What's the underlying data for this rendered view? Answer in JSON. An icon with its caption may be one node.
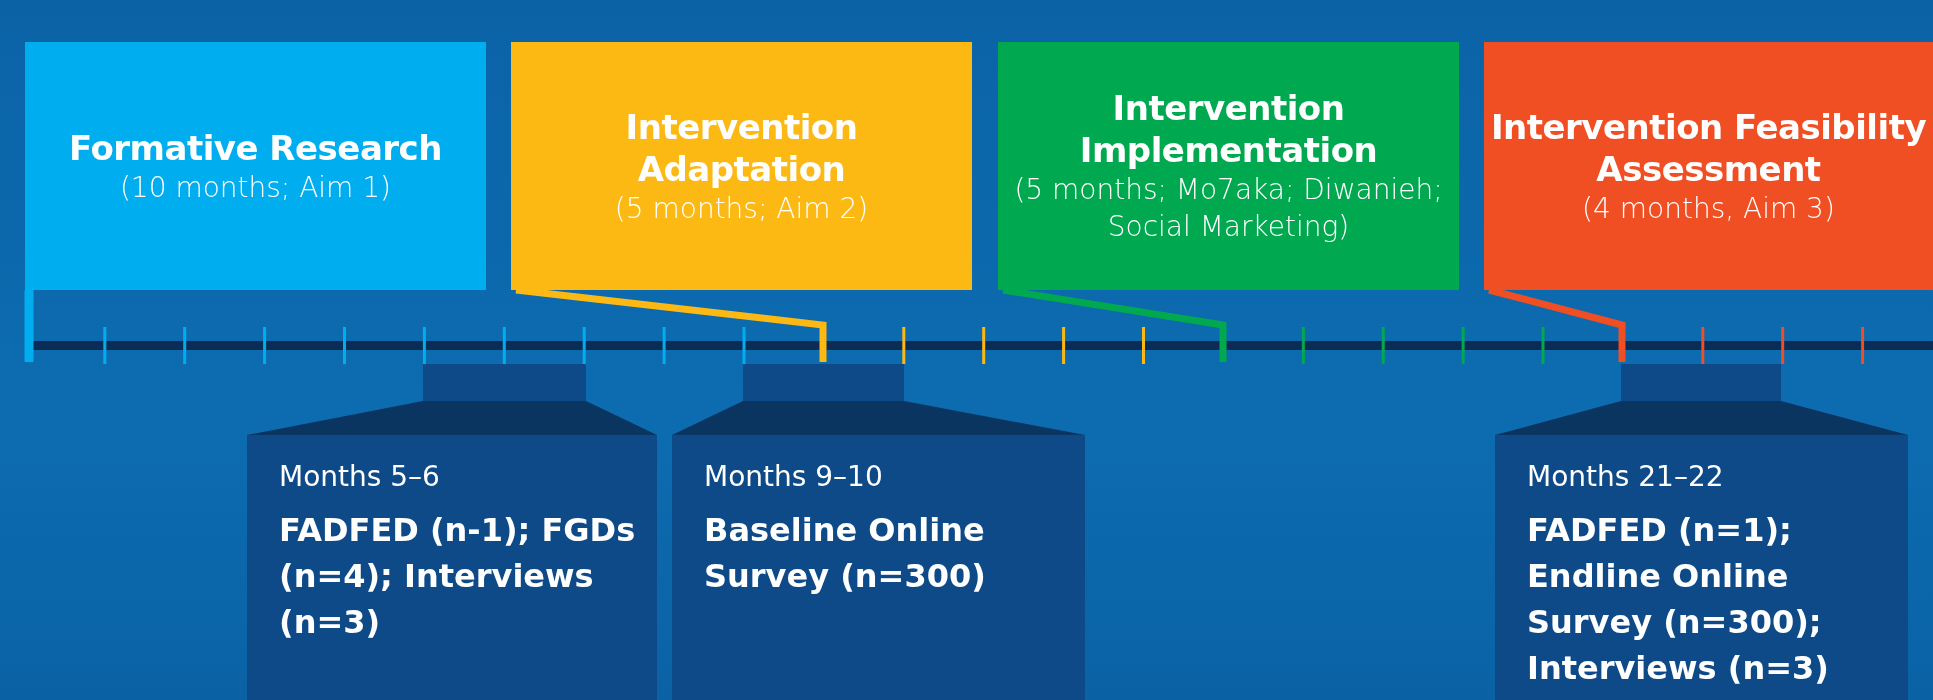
{
  "diagram": {
    "nodes": [
      {
        "text": [
          "Formative Research",
          "(10 months; Aim 1)"
        ]
      },
      {
        "text": [
          "Intervention Adaptation",
          "(5 months; Aim 2)"
        ]
      },
      {
        "text": [
          "Intervention Implementation",
          "(5 months; Mo7aka; Diwanieh; Social Marketing)"
        ]
      },
      {
        "text": [
          "Intervention Feasibility Assessment",
          "(4 months, Aim 3)"
        ]
      },
      {
        "text": [
          "Months 5–6",
          "FADFED (n-1); FGDs (n=4); Interviews (n=3)"
        ]
      },
      {
        "text": [
          "Months 9–10",
          "Baseline Online Survey (n=300)"
        ]
      },
      {
        "text": [
          "Months 21–22",
          "FADFED (n=1); Endline Online Survey (n=300); Interviews (n=3)"
        ]
      }
    ],
    "edges": [
      {
        "from": 0,
        "to": null,
        "arrow": "none",
        "color": "#00aeef"
      },
      {
        "from": 1,
        "to": null,
        "arrow": "none",
        "color": "#fdb913"
      },
      {
        "from": 2,
        "to": null,
        "arrow": "none",
        "color": "#00a94f"
      },
      {
        "from": 3,
        "to": null,
        "arrow": "none",
        "color": "#f04e23"
      }
    ]
  }
}
